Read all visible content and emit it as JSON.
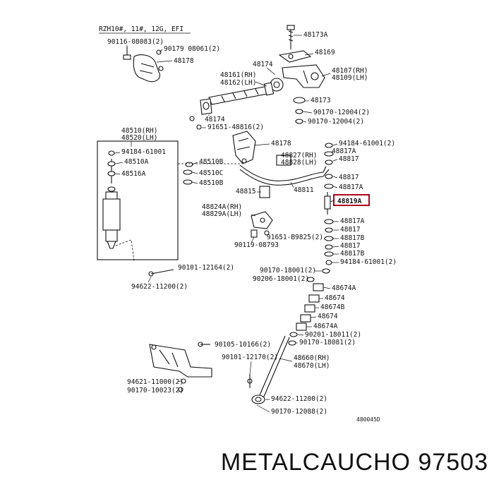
{
  "header": {
    "model_text": "RZH10#, 11#, 12G, EFI"
  },
  "highlight": {
    "part": "48819A",
    "color": "#b0001e"
  },
  "labels": {
    "l48173A": "48173A",
    "l90116": "90116-08083(2)",
    "l90179": "90179  08061(2)",
    "l48169": "48169",
    "l48178a": "48178",
    "l48174a": "48174",
    "l48107": "48107(RH)",
    "l48109": "48109(LH)",
    "l48161": "48161(RH)",
    "l48162": "48162(LH)",
    "l48173": "48173",
    "l90170_12004a": "90170-12004(2)",
    "l90170_12004b": "90170-12004(2)",
    "l48174b": "48174",
    "l91651": "91651-48816(2)",
    "l48510": "48510(RH)",
    "l48520": "48520(LH)",
    "l94184a": "94184-61001",
    "l48510A": "48510A",
    "l48516A": "48516A",
    "l48178b": "48178",
    "l94184b": "94184-61001(2)",
    "l48827": "48827(RH)",
    "l48828": "48828(LH)",
    "l48817A1": "48817A",
    "l48817a": "48817",
    "l48510B1": "48510B",
    "l48510C": "48510C",
    "l48510B2": "48510B",
    "l48817b": "48817",
    "l48817A2": "48817A",
    "l48815": "48815",
    "l48811": "48811",
    "l48819A": "48819A",
    "l48824A": "48824A(RH)",
    "l48829A": "48829A(LH)",
    "l91651b": "91651-B9825(2)",
    "l90119": "90119-08793",
    "l48817A3": "48817A",
    "l48817c": "48817",
    "l48817B1": "48817B",
    "l48817d": "48817",
    "l48817B2": "48817B",
    "l94184c": "94184-61001(2)",
    "l90101a": "90101-12164(2)",
    "l94622a": "94622-11200(2)",
    "l90170_18001": "90170-18001(2)",
    "l90206": "90206-18001(2)",
    "l48674A1": "48674A",
    "l48674": "48674",
    "l48674B": "48674B",
    "l48674b": "48674",
    "l48674A2": "48674A",
    "l90201": "90201-18011(2)",
    "l90170_18081": "90170-18081(2)",
    "l90105": "90105-10166(2)",
    "l90101b": "90101-12170(2)",
    "l48660": "48660(RH)",
    "l48670": "48670(LH)",
    "l94621": "94621-11000(2)",
    "l90170_10023": "90170-10023(2)",
    "l94622b": "94622-11200(2)",
    "l90170_12088": "90170-12088(2)"
  },
  "figure_number": "480045D",
  "brand_line": "METALCAUCHO 97503"
}
